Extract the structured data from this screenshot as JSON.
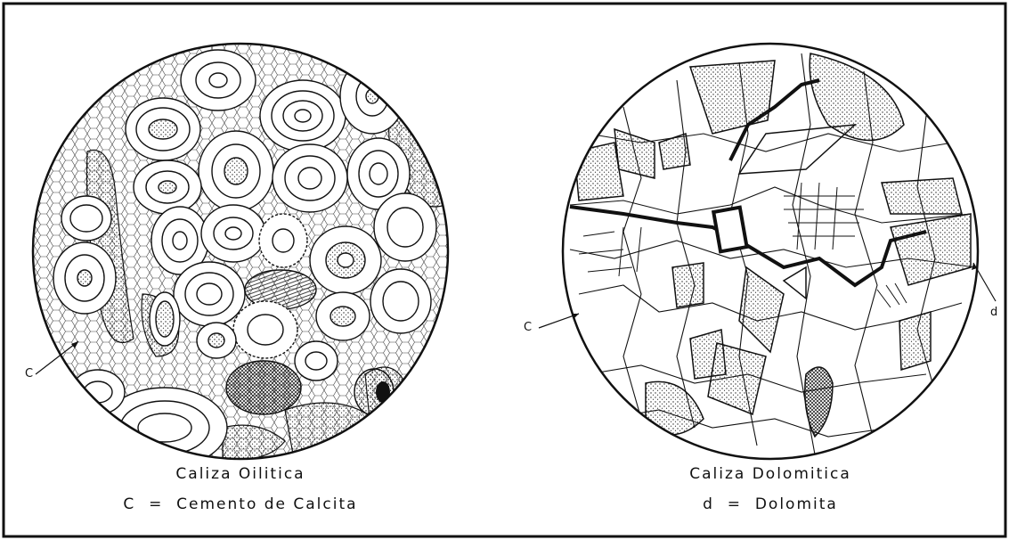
{
  "left_figure": {
    "title": "Caliza Oilitica",
    "legend": "C  =  Cemento de Calcita",
    "callout_c": "C"
  },
  "right_figure": {
    "title": "Caliza Dolomitica",
    "legend": "d  =  Dolomita",
    "callout_c": "C",
    "callout_d": "d"
  },
  "colors": {
    "ink": "#111111",
    "paper": "#ffffff"
  }
}
